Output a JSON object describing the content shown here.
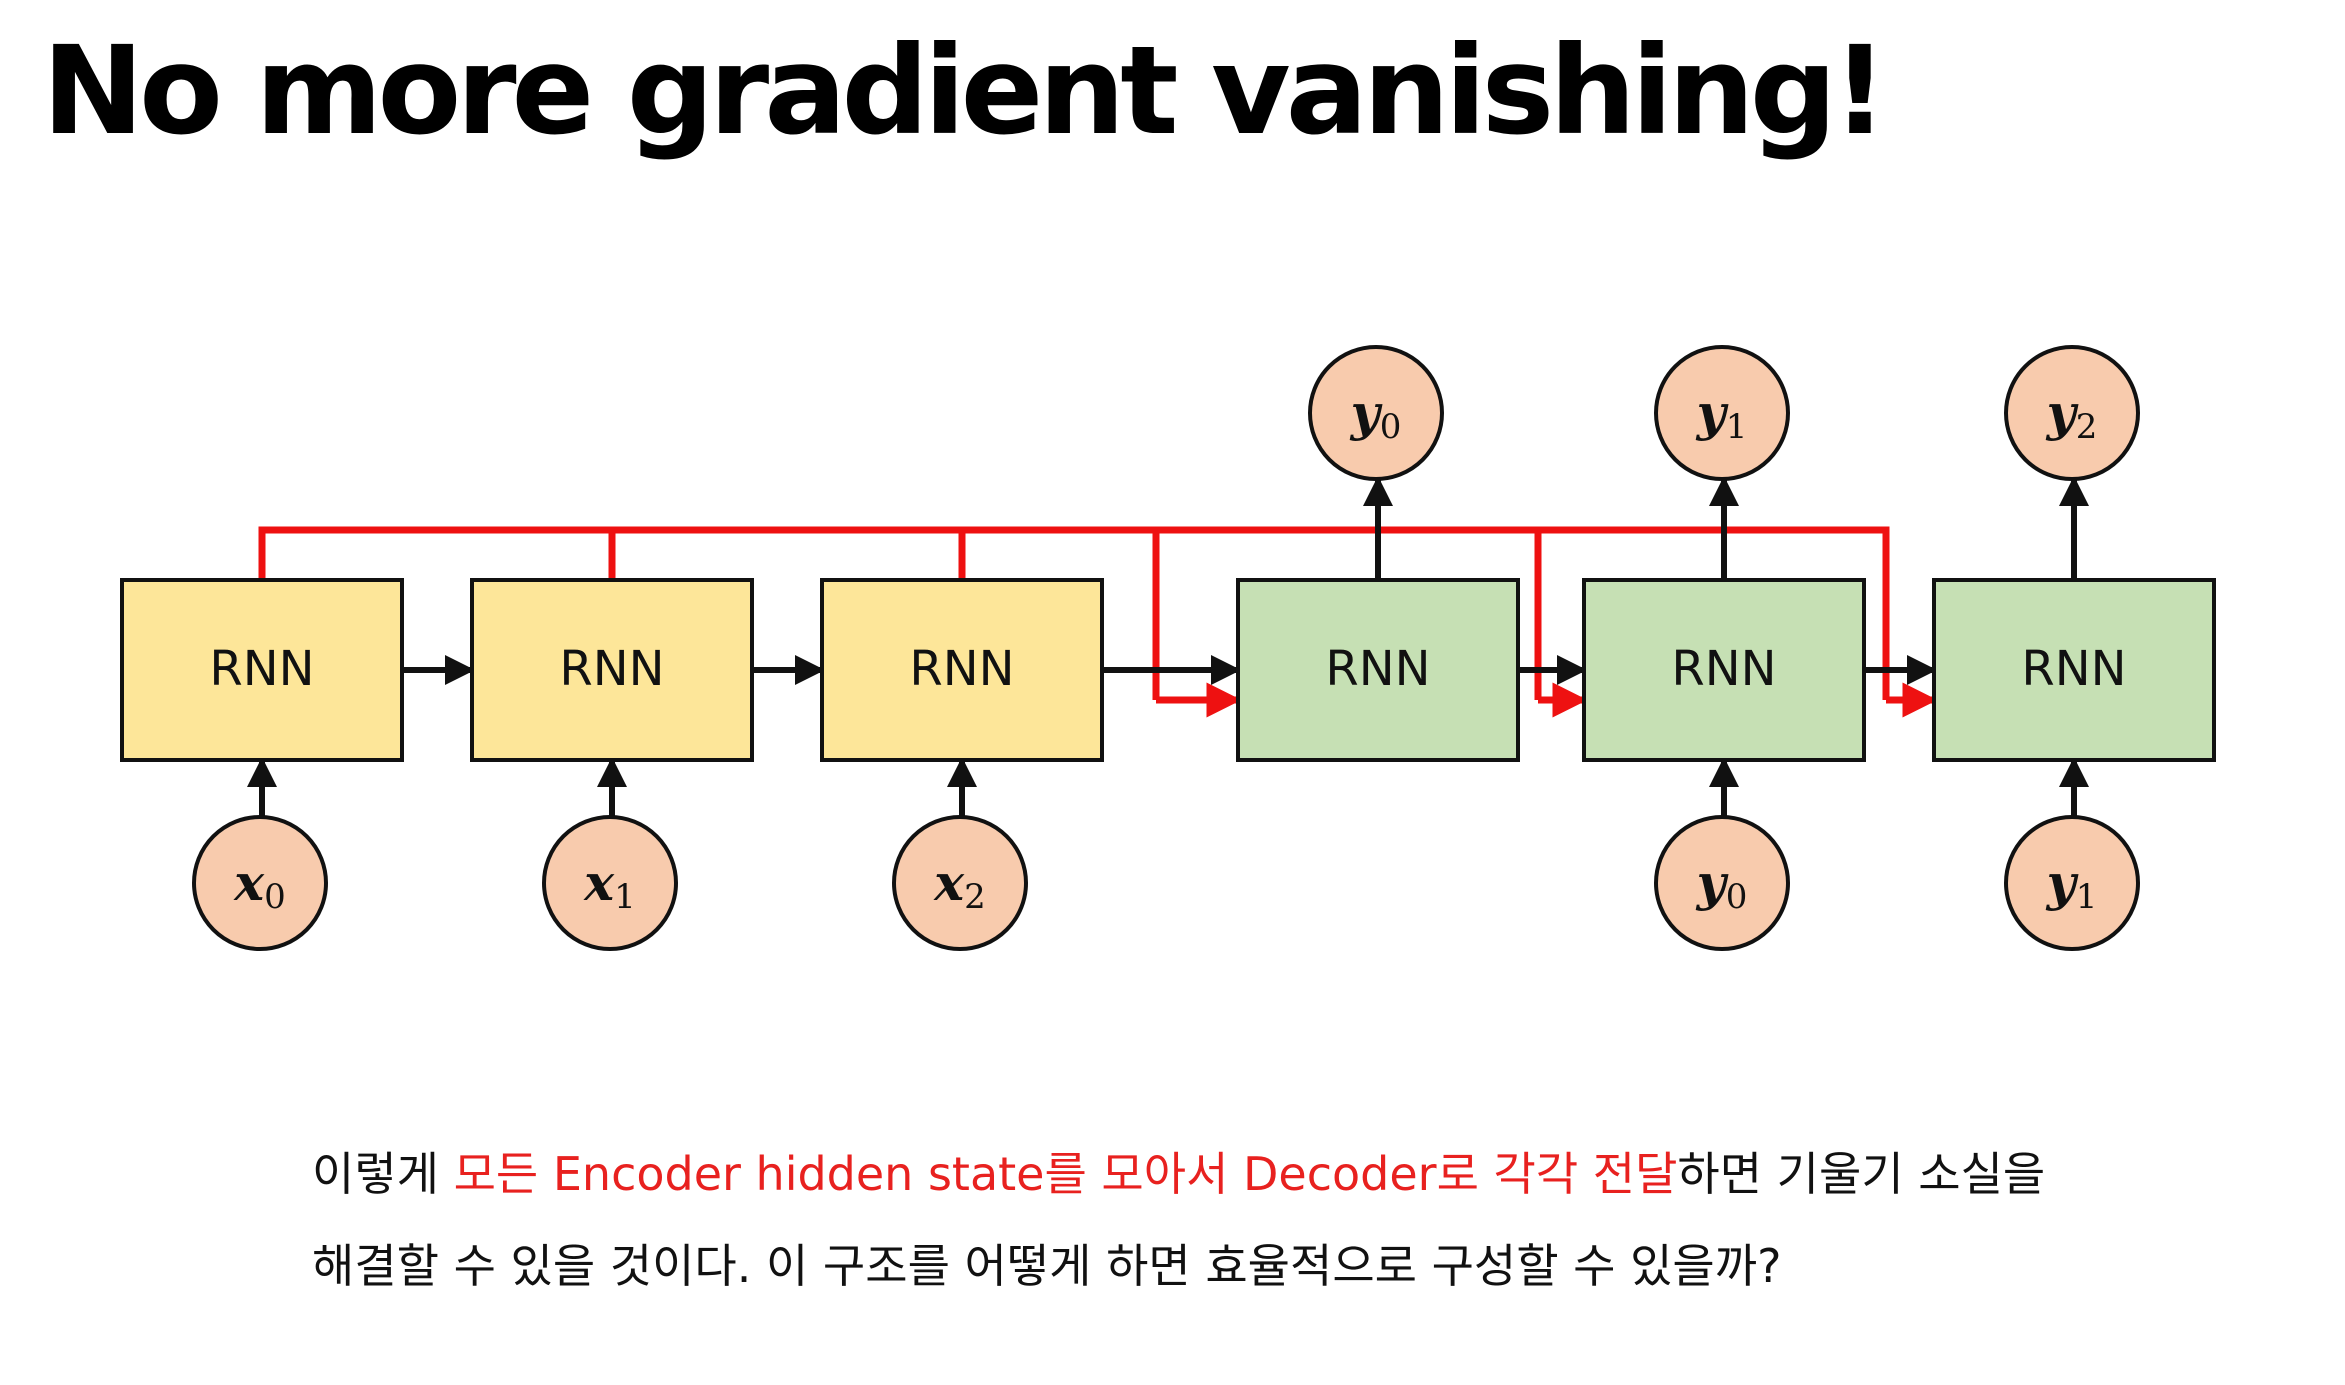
{
  "title": "No more gradient vanishing!",
  "diagram": {
    "encoder_cells": [
      {
        "label": "RNN",
        "input": {
          "var": "x",
          "sub": "0"
        }
      },
      {
        "label": "RNN",
        "input": {
          "var": "x",
          "sub": "1"
        }
      },
      {
        "label": "RNN",
        "input": {
          "var": "x",
          "sub": "2"
        }
      }
    ],
    "decoder_cells": [
      {
        "label": "RNN",
        "output": {
          "var": "y",
          "sub": "0"
        }
      },
      {
        "label": "RNN",
        "output": {
          "var": "y",
          "sub": "1"
        },
        "input": {
          "var": "y",
          "sub": "0"
        }
      },
      {
        "label": "RNN",
        "output": {
          "var": "y",
          "sub": "2"
        },
        "input": {
          "var": "y",
          "sub": "1"
        }
      }
    ],
    "colors": {
      "encoder_fill": "#fde699",
      "decoder_fill": "#c6e0b4",
      "token_fill": "#f8cbad",
      "stroke": "#111111",
      "skip_connection": "#ee1111"
    }
  },
  "caption": {
    "line1_prefix": "이렇게 ",
    "line1_highlight": "모든 Encoder hidden state를 모아서 Decoder로 각각 전달",
    "line1_suffix": "하면 기울기 소실을",
    "line2": "해결할 수 있을 것이다. 이 구조를 어떻게 하면 효율적으로 구성할 수 있을까?"
  }
}
